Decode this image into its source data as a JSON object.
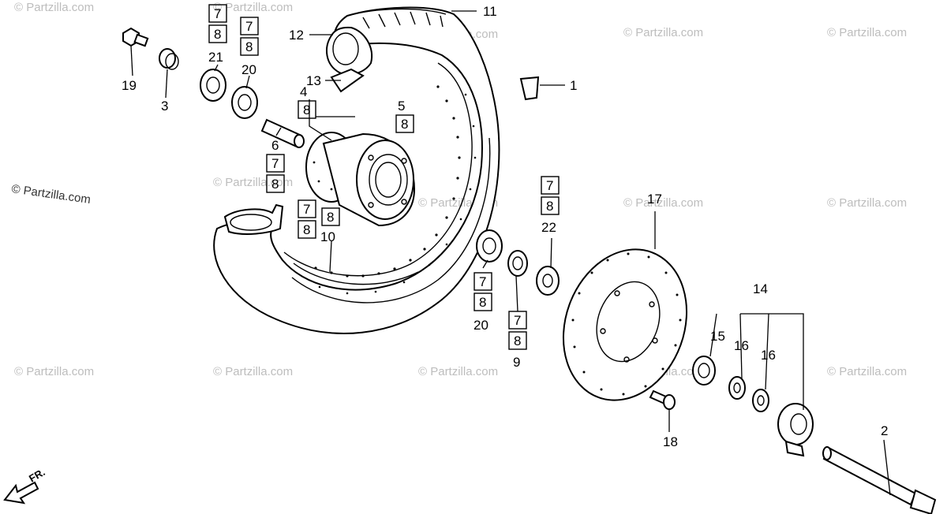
{
  "watermark": {
    "text": "© Partzilla.com",
    "main_text": "© Partzilla.com"
  },
  "direction": {
    "label": "FR."
  },
  "callouts": {
    "c1": "1",
    "c2": "2",
    "c3": "3",
    "c4": "4",
    "c5": "5",
    "c6": "6",
    "c9": "9",
    "c10": "10",
    "c11": "11",
    "c12": "12",
    "c13": "13",
    "c14": "14",
    "c15": "15",
    "c16a": "16",
    "c16b": "16",
    "c17": "17",
    "c18": "18",
    "c19": "19",
    "c20a": "20",
    "c20b": "20",
    "c21": "21",
    "c22": "22"
  },
  "boxes": {
    "seven": "7",
    "eight": "8"
  }
}
